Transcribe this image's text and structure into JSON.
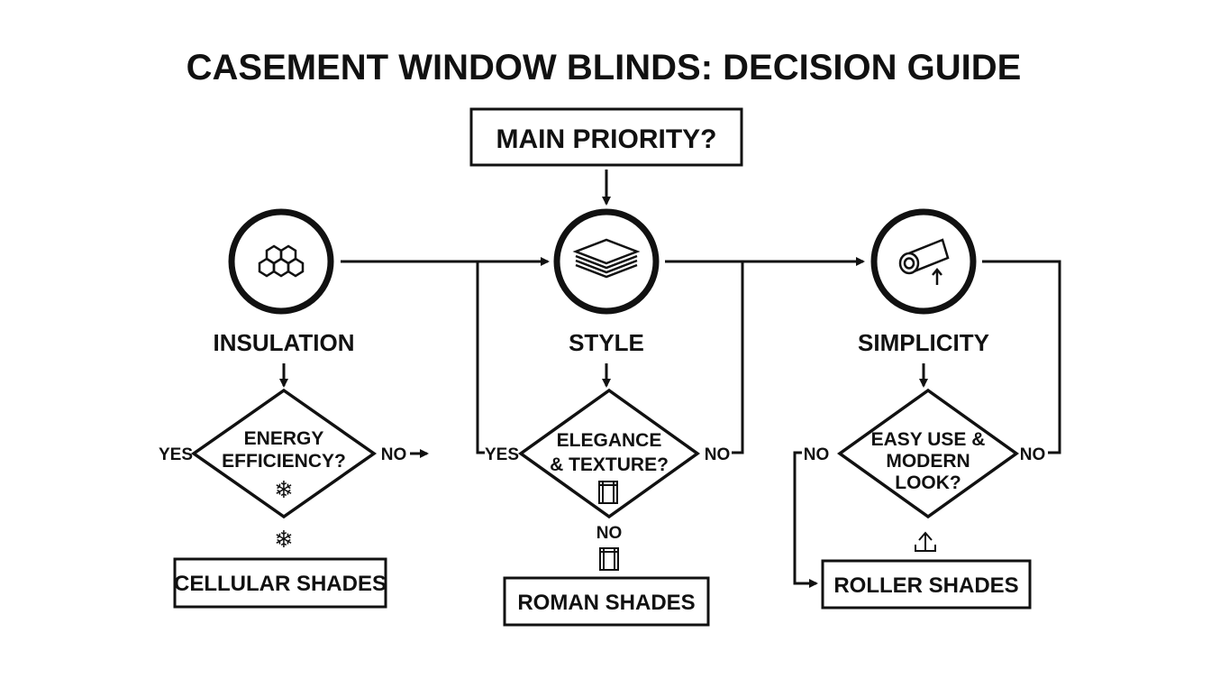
{
  "title": "CASEMENT WINDOW BLINDS: DECISION GUIDE",
  "start": {
    "label": "MAIN PRIORITY?"
  },
  "priorities": [
    {
      "label": "INSULATION",
      "icon": "honeycomb-icon"
    },
    {
      "label": "STYLE",
      "icon": "layers-icon"
    },
    {
      "label": "SIMPLICITY",
      "icon": "roller-icon"
    }
  ],
  "questions": {
    "insulation": {
      "line1": "ENERGY",
      "line2": "EFFICIENCY?"
    },
    "style": {
      "line1": "ELEGANCE",
      "line2": "& TEXTURE?"
    },
    "simplicity": {
      "line1": "EASY USE &",
      "line2": "MODERN",
      "line3": "LOOK?"
    }
  },
  "edge_labels": {
    "insulation_yes": "YES",
    "insulation_no": "NO",
    "style_yes": "YES",
    "style_no_right": "NO",
    "style_no_below": "NO",
    "simplicity_no_left": "NO",
    "simplicity_no_right": "NO"
  },
  "results": {
    "cellular": "CELLULAR SHADES",
    "roman": "ROMAN SHADES",
    "roller": "ROLLER SHADES"
  },
  "glyphs": {
    "snowflake": "❄",
    "arrow_right": "→"
  }
}
